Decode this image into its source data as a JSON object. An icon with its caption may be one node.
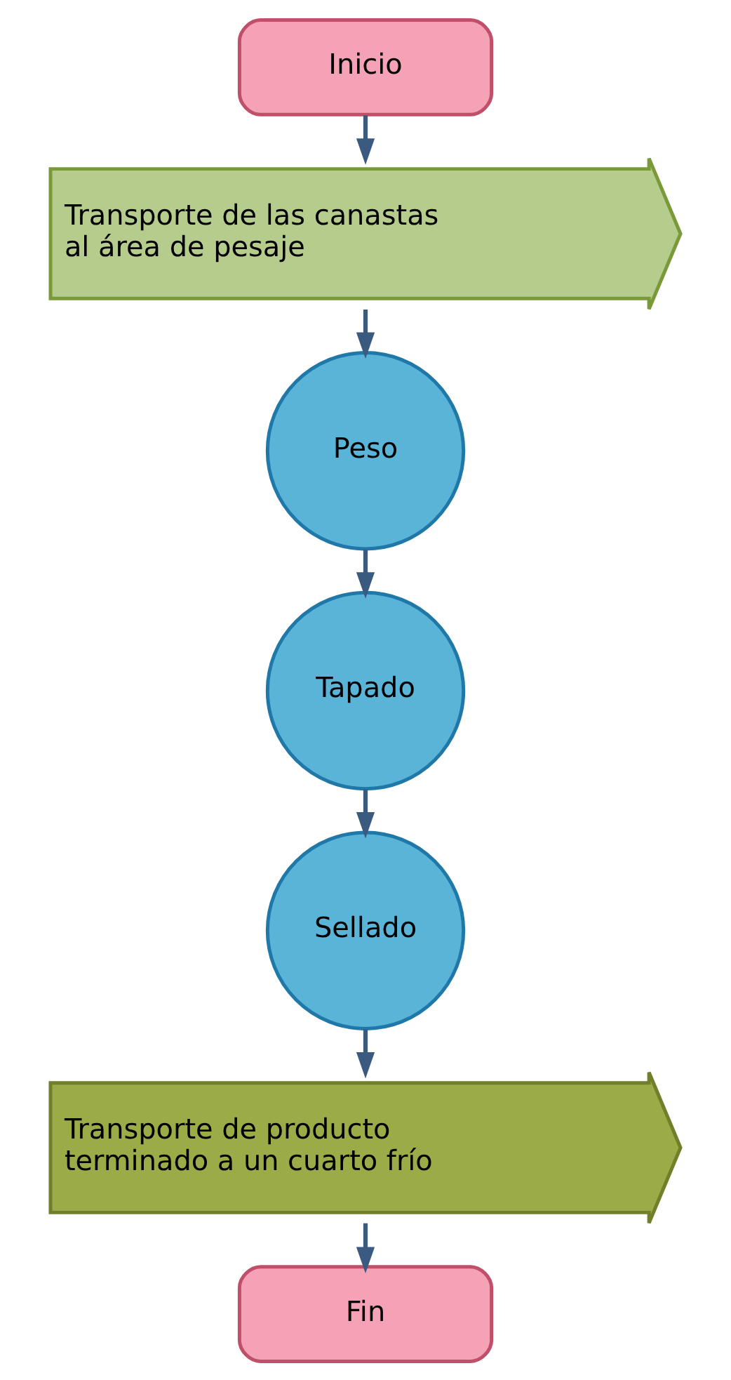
{
  "diagram": {
    "nodes": [
      {
        "text": [
          "Inicio"
        ]
      },
      {
        "text": [
          "Transporte de las canastas al área de pesaje"
        ]
      },
      {
        "text": [
          "Peso"
        ]
      },
      {
        "text": [
          "Tapado"
        ]
      },
      {
        "text": [
          "Sellado"
        ]
      },
      {
        "text": [
          "Transporte de producto terminado a un cuarto frío"
        ]
      },
      {
        "text": [
          "Fin"
        ]
      }
    ],
    "edges": [
      {
        "from": 0,
        "to": 1,
        "arrow": "to"
      },
      {
        "from": 1,
        "to": 2,
        "arrow": "to"
      },
      {
        "from": 2,
        "to": 3,
        "arrow": "to"
      },
      {
        "from": 3,
        "to": 4,
        "arrow": "to"
      },
      {
        "from": 4,
        "to": 5,
        "arrow": "to"
      },
      {
        "from": 5,
        "to": 6,
        "arrow": "to"
      }
    ]
  }
}
